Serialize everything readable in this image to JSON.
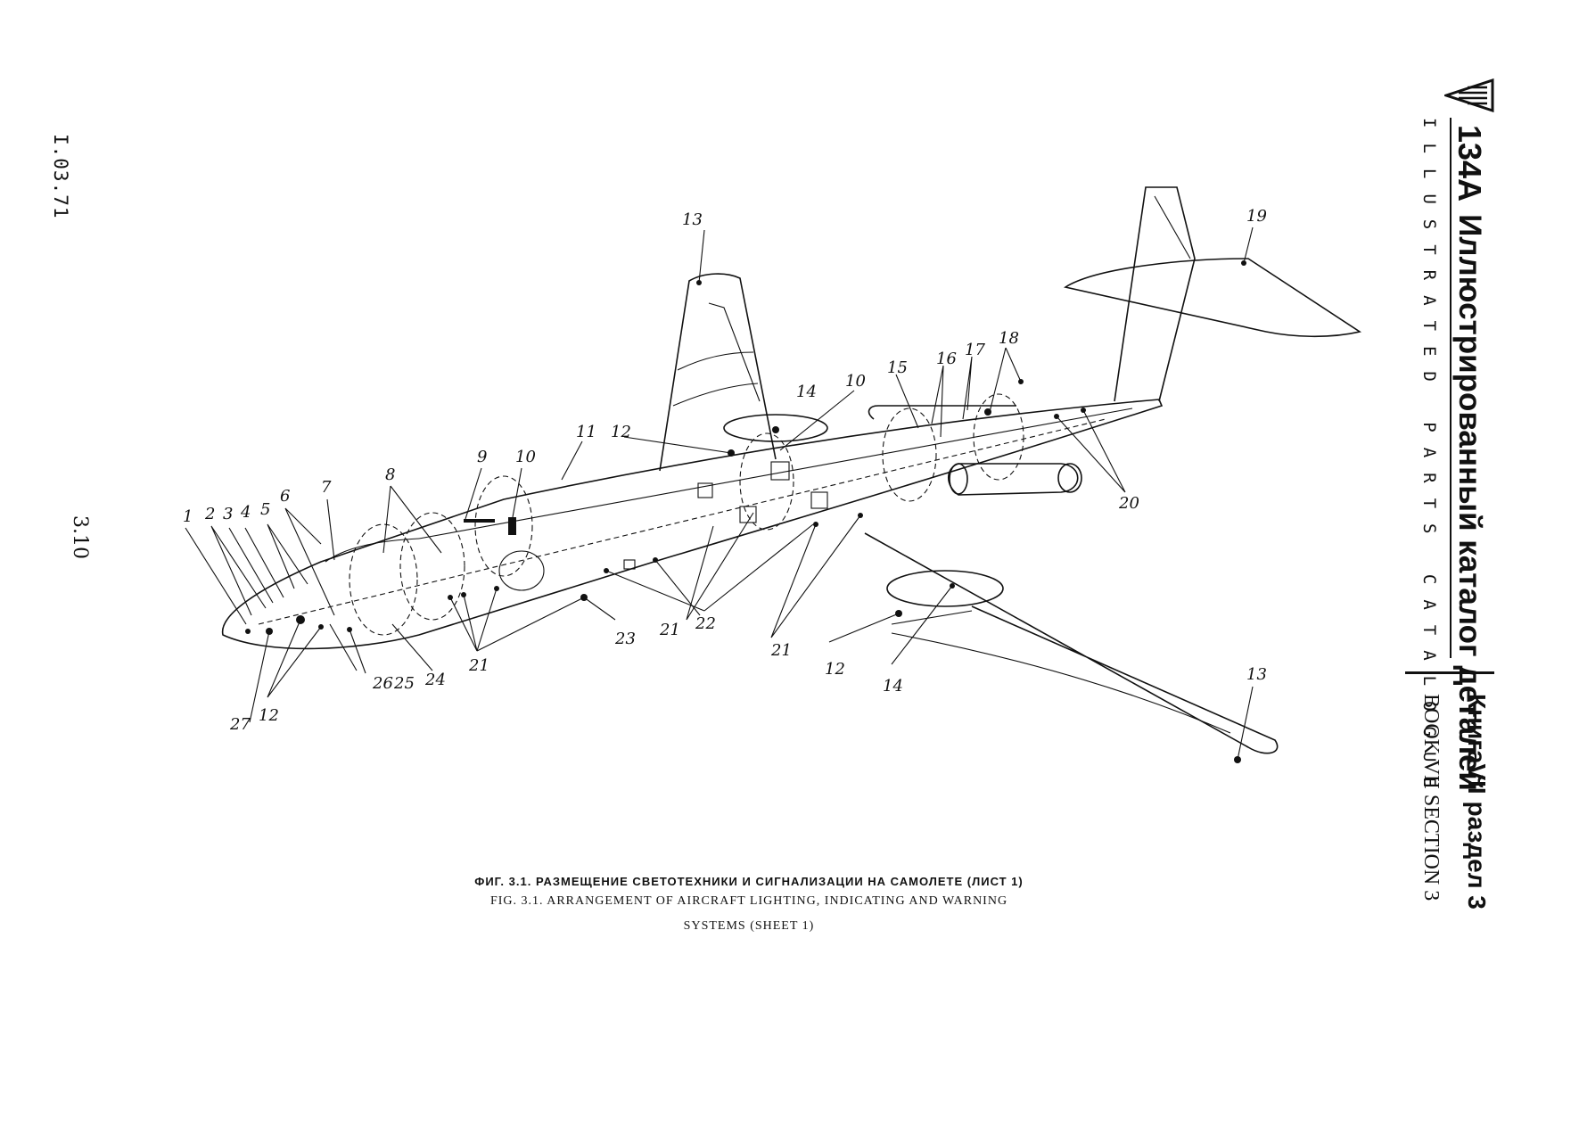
{
  "page": {
    "id": "I.03.71",
    "number": "3.10"
  },
  "header": {
    "model": "134A",
    "title_ru": "Иллюстрированный каталог деталей",
    "title_en": "ILLUSTRATED PARTS CATALOGUE",
    "book_ru": "КнигаVII раздел 3",
    "book_en": "BOOK VII SECTION 3",
    "logo": "triangle-logo"
  },
  "caption": {
    "line_ru": "ФИГ. 3.1. РАЗМЕЩЕНИЕ СВЕТОТЕХНИКИ И СИГНАЛИЗАЦИИ НА САМОЛЕТЕ (ЛИСТ 1)",
    "line_en_1": "FIG. 3.1. ARRANGEMENT OF AIRCRAFT LIGHTING, INDICATING AND WARNING",
    "line_en_2": "SYSTEMS (SHEET 1)"
  },
  "callouts": {
    "c1": "1",
    "c2": "2",
    "c3": "3",
    "c4": "4",
    "c5": "5",
    "c6": "6",
    "c7": "7",
    "c8": "8",
    "c9": "9",
    "c10a": "10",
    "c10b": "10",
    "c11": "11",
    "c12a": "12",
    "c12b": "12",
    "c12c": "12",
    "c13a": "13",
    "c13b": "13",
    "c14a": "14",
    "c14b": "14",
    "c15": "15",
    "c16": "16",
    "c17": "17",
    "c18": "18",
    "c19": "19",
    "c20": "20",
    "c21a": "21",
    "c21b": "21",
    "c21c": "21",
    "c22": "22",
    "c23": "23",
    "c24": "24",
    "c25": "25",
    "c26": "26",
    "c27": "27"
  }
}
